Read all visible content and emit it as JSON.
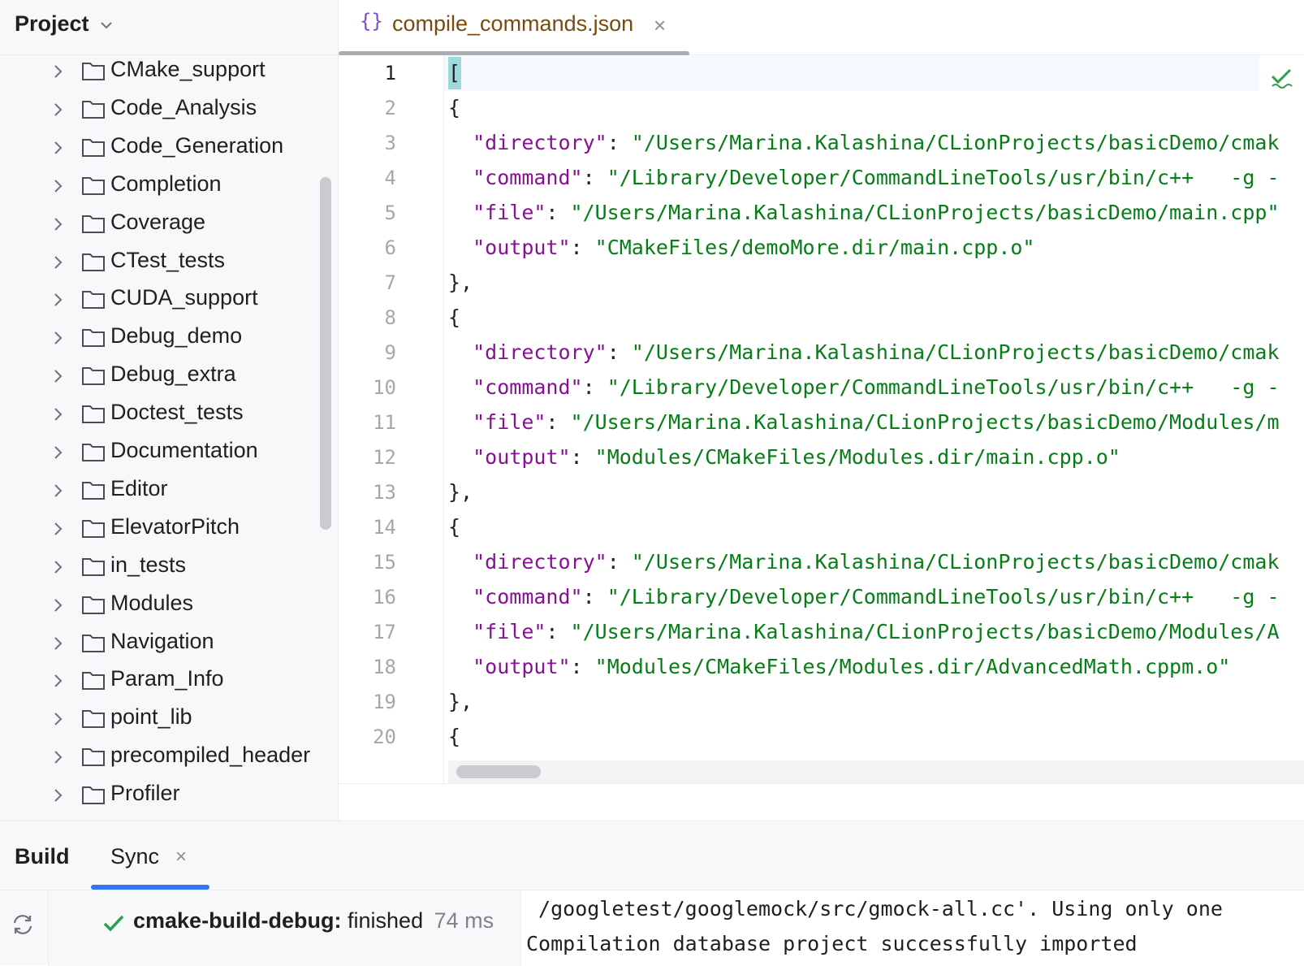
{
  "project_panel": {
    "title": "Project",
    "folders": [
      "CMake_support",
      "Code_Analysis",
      "Code_Generation",
      "Completion",
      "Coverage",
      "CTest_tests",
      "CUDA_support",
      "Debug_demo",
      "Debug_extra",
      "Doctest_tests",
      "Documentation",
      "Editor",
      "ElevatorPitch",
      "in_tests",
      "Modules",
      "Navigation",
      "Param_Info",
      "point_lib",
      "precompiled_header",
      "Profiler"
    ]
  },
  "editor": {
    "tab": {
      "icon": "{}",
      "label": "compile_commands.json",
      "close": "×"
    },
    "current_line": 1,
    "inspection_icon": "check-double-icon",
    "lines": [
      [
        {
          "t": "punc",
          "v": "["
        }
      ],
      [
        {
          "t": "punc",
          "v": "{"
        }
      ],
      [
        {
          "t": "punc",
          "v": "  "
        },
        {
          "t": "key",
          "v": "\"directory\""
        },
        {
          "t": "punc",
          "v": ": "
        },
        {
          "t": "str",
          "v": "\"/Users/Marina.Kalashina/CLionProjects/basicDemo/cmak"
        }
      ],
      [
        {
          "t": "punc",
          "v": "  "
        },
        {
          "t": "key",
          "v": "\"command\""
        },
        {
          "t": "punc",
          "v": ": "
        },
        {
          "t": "str",
          "v": "\"/Library/Developer/CommandLineTools/usr/bin/c++   -g -"
        }
      ],
      [
        {
          "t": "punc",
          "v": "  "
        },
        {
          "t": "key",
          "v": "\"file\""
        },
        {
          "t": "punc",
          "v": ": "
        },
        {
          "t": "str",
          "v": "\"/Users/Marina.Kalashina/CLionProjects/basicDemo/main.cpp\""
        }
      ],
      [
        {
          "t": "punc",
          "v": "  "
        },
        {
          "t": "key",
          "v": "\"output\""
        },
        {
          "t": "punc",
          "v": ": "
        },
        {
          "t": "str",
          "v": "\"CMakeFiles/demoMore.dir/main.cpp.o\""
        }
      ],
      [
        {
          "t": "punc",
          "v": "},"
        }
      ],
      [
        {
          "t": "punc",
          "v": "{"
        }
      ],
      [
        {
          "t": "punc",
          "v": "  "
        },
        {
          "t": "key",
          "v": "\"directory\""
        },
        {
          "t": "punc",
          "v": ": "
        },
        {
          "t": "str",
          "v": "\"/Users/Marina.Kalashina/CLionProjects/basicDemo/cmak"
        }
      ],
      [
        {
          "t": "punc",
          "v": "  "
        },
        {
          "t": "key",
          "v": "\"command\""
        },
        {
          "t": "punc",
          "v": ": "
        },
        {
          "t": "str",
          "v": "\"/Library/Developer/CommandLineTools/usr/bin/c++   -g -"
        }
      ],
      [
        {
          "t": "punc",
          "v": "  "
        },
        {
          "t": "key",
          "v": "\"file\""
        },
        {
          "t": "punc",
          "v": ": "
        },
        {
          "t": "str",
          "v": "\"/Users/Marina.Kalashina/CLionProjects/basicDemo/Modules/m"
        }
      ],
      [
        {
          "t": "punc",
          "v": "  "
        },
        {
          "t": "key",
          "v": "\"output\""
        },
        {
          "t": "punc",
          "v": ": "
        },
        {
          "t": "str",
          "v": "\"Modules/CMakeFiles/Modules.dir/main.cpp.o\""
        }
      ],
      [
        {
          "t": "punc",
          "v": "},"
        }
      ],
      [
        {
          "t": "punc",
          "v": "{"
        }
      ],
      [
        {
          "t": "punc",
          "v": "  "
        },
        {
          "t": "key",
          "v": "\"directory\""
        },
        {
          "t": "punc",
          "v": ": "
        },
        {
          "t": "str",
          "v": "\"/Users/Marina.Kalashina/CLionProjects/basicDemo/cmak"
        }
      ],
      [
        {
          "t": "punc",
          "v": "  "
        },
        {
          "t": "key",
          "v": "\"command\""
        },
        {
          "t": "punc",
          "v": ": "
        },
        {
          "t": "str",
          "v": "\"/Library/Developer/CommandLineTools/usr/bin/c++   -g -"
        }
      ],
      [
        {
          "t": "punc",
          "v": "  "
        },
        {
          "t": "key",
          "v": "\"file\""
        },
        {
          "t": "punc",
          "v": ": "
        },
        {
          "t": "str",
          "v": "\"/Users/Marina.Kalashina/CLionProjects/basicDemo/Modules/A"
        }
      ],
      [
        {
          "t": "punc",
          "v": "  "
        },
        {
          "t": "key",
          "v": "\"output\""
        },
        {
          "t": "punc",
          "v": ": "
        },
        {
          "t": "str",
          "v": "\"Modules/CMakeFiles/Modules.dir/AdvancedMath.cppm.o\""
        }
      ],
      [
        {
          "t": "punc",
          "v": "},"
        }
      ],
      [
        {
          "t": "punc",
          "v": "{"
        }
      ]
    ]
  },
  "build_panel": {
    "title": "Build",
    "tab": {
      "label": "Sync",
      "close": "×"
    },
    "item": {
      "name": "cmake-build-debug:",
      "status": "finished",
      "time": "74 ms"
    },
    "console": [
      " /googletest/googlemock/src/gmock-all.cc'. Using only one",
      "Compilation database project successfully imported"
    ]
  },
  "colors": {
    "accent": "#3574f0",
    "json_key": "#871094",
    "json_string": "#067d17",
    "success": "#2e9e4f",
    "tab_label": "#7a4b0c"
  }
}
